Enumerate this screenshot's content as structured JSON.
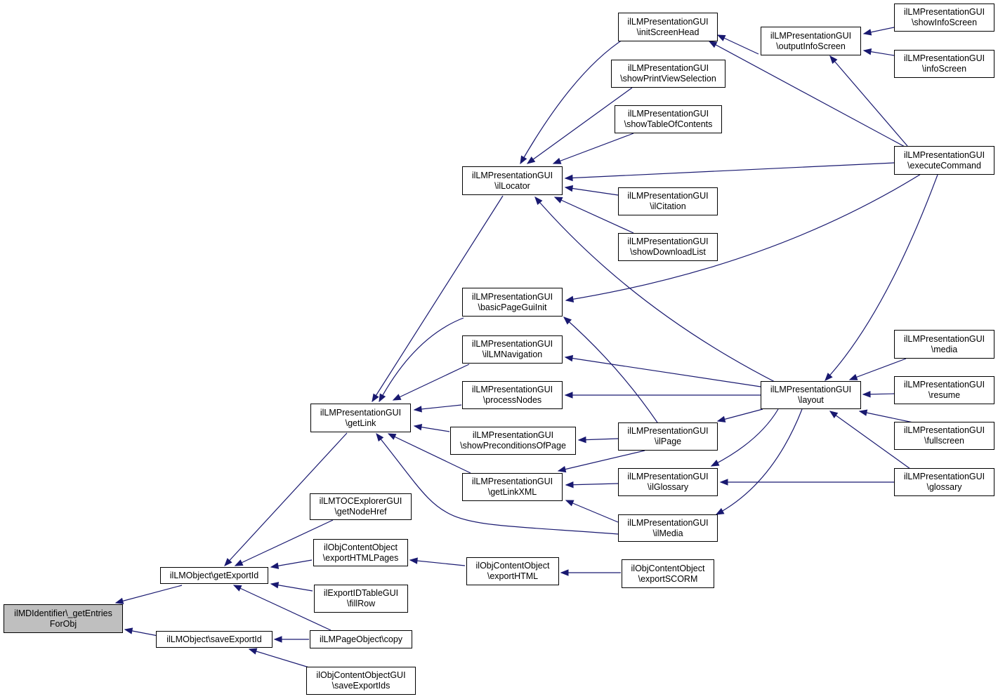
{
  "graph": {
    "edge_color": "#191970",
    "root_fill": "#bfbfbf",
    "nodes": [
      {
        "id": "root",
        "lines": [
          "ilMDIdentifier\\_getEntries",
          "ForObj"
        ],
        "root": true
      },
      {
        "id": "getExportId",
        "lines": [
          "ilLMObject\\getExportId"
        ]
      },
      {
        "id": "saveExportId",
        "lines": [
          "ilLMObject\\saveExportId"
        ]
      },
      {
        "id": "getLink",
        "lines": [
          "ilLMPresentationGUI",
          "\\getLink"
        ]
      },
      {
        "id": "getNodeHref",
        "lines": [
          "ilLMTOCExplorerGUI",
          "\\getNodeHref"
        ]
      },
      {
        "id": "exportHTMLPages",
        "lines": [
          "ilObjContentObject",
          "\\exportHTMLPages"
        ]
      },
      {
        "id": "fillRow",
        "lines": [
          "ilExportIDTableGUI",
          "\\fillRow"
        ]
      },
      {
        "id": "pageCopy",
        "lines": [
          "ilLMPageObject\\copy"
        ]
      },
      {
        "id": "saveExportIds",
        "lines": [
          "ilObjContentObjectGUI",
          "\\saveExportIds"
        ]
      },
      {
        "id": "ilLocator",
        "lines": [
          "ilLMPresentationGUI",
          "\\ilLocator"
        ]
      },
      {
        "id": "basicPageGuiInit",
        "lines": [
          "ilLMPresentationGUI",
          "\\basicPageGuiInit"
        ]
      },
      {
        "id": "ilLMNavigation",
        "lines": [
          "ilLMPresentationGUI",
          "\\ilLMNavigation"
        ]
      },
      {
        "id": "processNodes",
        "lines": [
          "ilLMPresentationGUI",
          "\\processNodes"
        ]
      },
      {
        "id": "showPreconditionsOfPage",
        "lines": [
          "ilLMPresentationGUI",
          "\\showPreconditionsOfPage"
        ]
      },
      {
        "id": "getLinkXML",
        "lines": [
          "ilLMPresentationGUI",
          "\\getLinkXML"
        ]
      },
      {
        "id": "exportHTML",
        "lines": [
          "ilObjContentObject",
          "\\exportHTML"
        ]
      },
      {
        "id": "exportSCORM",
        "lines": [
          "ilObjContentObject",
          "\\exportSCORM"
        ]
      },
      {
        "id": "initScreenHead",
        "lines": [
          "ilLMPresentationGUI",
          "\\initScreenHead"
        ]
      },
      {
        "id": "showPrintViewSelection",
        "lines": [
          "ilLMPresentationGUI",
          "\\showPrintViewSelection"
        ]
      },
      {
        "id": "showTableOfContents",
        "lines": [
          "ilLMPresentationGUI",
          "\\showTableOfContents"
        ]
      },
      {
        "id": "ilCitation",
        "lines": [
          "ilLMPresentationGUI",
          "\\ilCitation"
        ]
      },
      {
        "id": "showDownloadList",
        "lines": [
          "ilLMPresentationGUI",
          "\\showDownloadList"
        ]
      },
      {
        "id": "ilPage",
        "lines": [
          "ilLMPresentationGUI",
          "\\ilPage"
        ]
      },
      {
        "id": "ilGlossary",
        "lines": [
          "ilLMPresentationGUI",
          "\\ilGlossary"
        ]
      },
      {
        "id": "ilMedia",
        "lines": [
          "ilLMPresentationGUI",
          "\\ilMedia"
        ]
      },
      {
        "id": "outputInfoScreen",
        "lines": [
          "ilLMPresentationGUI",
          "\\outputInfoScreen"
        ]
      },
      {
        "id": "layout",
        "lines": [
          "ilLMPresentationGUI",
          "\\layout"
        ]
      },
      {
        "id": "showInfoScreen",
        "lines": [
          "ilLMPresentationGUI",
          "\\showInfoScreen"
        ]
      },
      {
        "id": "infoScreen",
        "lines": [
          "ilLMPresentationGUI",
          "\\infoScreen"
        ]
      },
      {
        "id": "executeCommand",
        "lines": [
          "ilLMPresentationGUI",
          "\\executeCommand"
        ]
      },
      {
        "id": "media",
        "lines": [
          "ilLMPresentationGUI",
          "\\media"
        ]
      },
      {
        "id": "resume",
        "lines": [
          "ilLMPresentationGUI",
          "\\resume"
        ]
      },
      {
        "id": "fullscreen",
        "lines": [
          "ilLMPresentationGUI",
          "\\fullscreen"
        ]
      },
      {
        "id": "glossary",
        "lines": [
          "ilLMPresentationGUI",
          "\\glossary"
        ]
      }
    ],
    "edges": [
      {
        "from": "getExportId",
        "to": "root"
      },
      {
        "from": "saveExportId",
        "to": "root"
      },
      {
        "from": "getLink",
        "to": "getExportId"
      },
      {
        "from": "getNodeHref",
        "to": "getExportId"
      },
      {
        "from": "exportHTMLPages",
        "to": "getExportId"
      },
      {
        "from": "fillRow",
        "to": "getExportId"
      },
      {
        "from": "pageCopy",
        "to": "getExportId"
      },
      {
        "from": "pageCopy",
        "to": "saveExportId"
      },
      {
        "from": "saveExportIds",
        "to": "saveExportId"
      },
      {
        "from": "ilLocator",
        "to": "getLink"
      },
      {
        "from": "basicPageGuiInit",
        "to": "getLink"
      },
      {
        "from": "ilLMNavigation",
        "to": "getLink"
      },
      {
        "from": "processNodes",
        "to": "getLink"
      },
      {
        "from": "showPreconditionsOfPage",
        "to": "getLink"
      },
      {
        "from": "getLinkXML",
        "to": "getLink"
      },
      {
        "from": "ilMedia",
        "to": "getLink"
      },
      {
        "from": "exportHTML",
        "to": "exportHTMLPages"
      },
      {
        "from": "exportSCORM",
        "to": "exportHTML"
      },
      {
        "from": "initScreenHead",
        "to": "ilLocator"
      },
      {
        "from": "showPrintViewSelection",
        "to": "ilLocator"
      },
      {
        "from": "showTableOfContents",
        "to": "ilLocator"
      },
      {
        "from": "executeCommand",
        "to": "ilLocator"
      },
      {
        "from": "ilCitation",
        "to": "ilLocator"
      },
      {
        "from": "showDownloadList",
        "to": "ilLocator"
      },
      {
        "from": "layout",
        "to": "ilLocator"
      },
      {
        "from": "executeCommand",
        "to": "basicPageGuiInit"
      },
      {
        "from": "ilPage",
        "to": "basicPageGuiInit"
      },
      {
        "from": "layout",
        "to": "ilLMNavigation"
      },
      {
        "from": "layout",
        "to": "processNodes"
      },
      {
        "from": "ilPage",
        "to": "showPreconditionsOfPage"
      },
      {
        "from": "ilPage",
        "to": "getLinkXML"
      },
      {
        "from": "ilGlossary",
        "to": "getLinkXML"
      },
      {
        "from": "ilMedia",
        "to": "getLinkXML"
      },
      {
        "from": "outputInfoScreen",
        "to": "initScreenHead"
      },
      {
        "from": "executeCommand",
        "to": "initScreenHead"
      },
      {
        "from": "layout",
        "to": "ilPage"
      },
      {
        "from": "layout",
        "to": "ilGlossary"
      },
      {
        "from": "glossary",
        "to": "ilGlossary"
      },
      {
        "from": "layout",
        "to": "ilMedia"
      },
      {
        "from": "showInfoScreen",
        "to": "outputInfoScreen"
      },
      {
        "from": "infoScreen",
        "to": "outputInfoScreen"
      },
      {
        "from": "executeCommand",
        "to": "outputInfoScreen"
      },
      {
        "from": "executeCommand",
        "to": "layout"
      },
      {
        "from": "media",
        "to": "layout"
      },
      {
        "from": "resume",
        "to": "layout"
      },
      {
        "from": "fullscreen",
        "to": "layout"
      },
      {
        "from": "glossary",
        "to": "layout"
      }
    ]
  }
}
